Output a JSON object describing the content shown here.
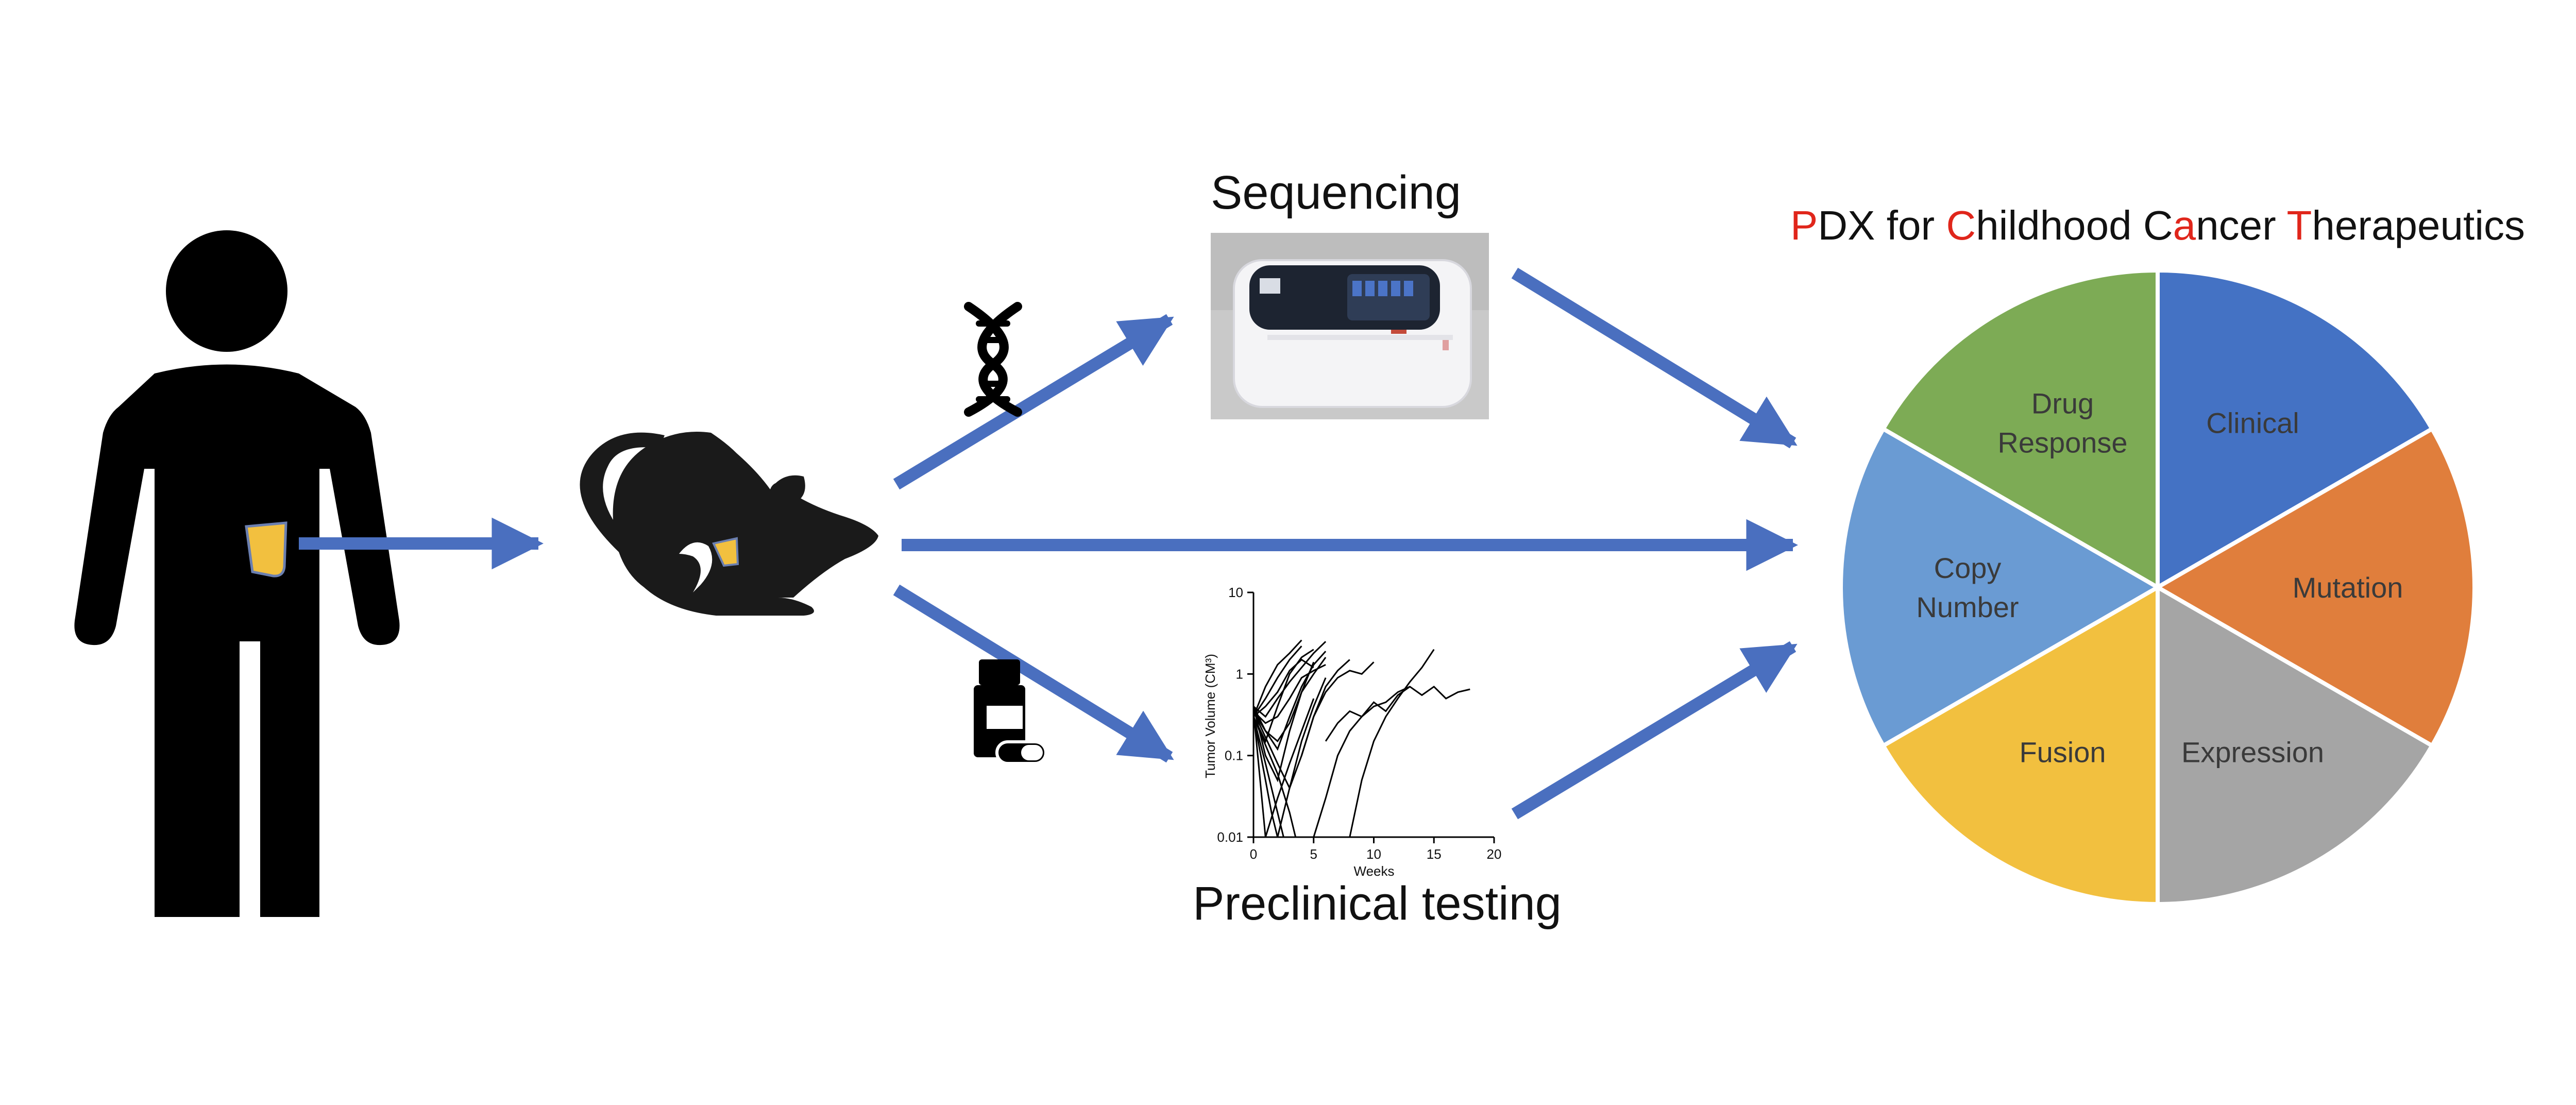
{
  "labels": {
    "sequencing": "Sequencing",
    "preclinical": "Preclinical testing"
  },
  "title": {
    "segments": [
      {
        "text": "P",
        "highlight": true
      },
      {
        "text": "DX for ",
        "highlight": false
      },
      {
        "text": "C",
        "highlight": true
      },
      {
        "text": "hildhood C",
        "highlight": false
      },
      {
        "text": "a",
        "highlight": true
      },
      {
        "text": "ncer ",
        "highlight": false
      },
      {
        "text": "T",
        "highlight": true
      },
      {
        "text": "herapeutics",
        "highlight": false
      }
    ]
  },
  "icons": {
    "patient": "person-silhouette-icon",
    "mouse": "mouse-icon",
    "dna": "dna-icon",
    "drug": "pill-bottle-icon",
    "sequencer": "sequencer-instrument-icon"
  },
  "pie": {
    "slices": [
      {
        "label": "Clinical",
        "color": "#4472c4"
      },
      {
        "label": "Mutation",
        "color": "#e07e3c"
      },
      {
        "label": "Expression",
        "color": "#a5a5a5"
      },
      {
        "label": "Fusion",
        "color": "#f2c03f"
      },
      {
        "label": "Copy Number",
        "color": "#6a9bd3"
      },
      {
        "label": "Drug Response",
        "color": "#7dab55"
      }
    ]
  },
  "colors": {
    "arrow": "#4a6fbf",
    "title_highlight": "#e0261b",
    "tumor": "#f2c03f",
    "silhouette": "#000000"
  },
  "chart_data": {
    "type": "line",
    "xlabel": "Weeks",
    "ylabel": "Tumor Volume (CM³)",
    "x_ticks": [
      "0",
      "5",
      "10",
      "15",
      "20"
    ],
    "y_ticks": [
      "0.01",
      "0.1",
      "1",
      "10"
    ],
    "xlim": [
      0,
      20
    ],
    "ylim": [
      0.01,
      10
    ],
    "yscale": "log",
    "series": [
      {
        "x": [
          0,
          1,
          2,
          3,
          4,
          5,
          6
        ],
        "y": [
          0.4,
          0.3,
          0.5,
          0.8,
          1.2,
          1.8,
          2.5
        ]
      },
      {
        "x": [
          0,
          1,
          2,
          3,
          4,
          5
        ],
        "y": [
          0.3,
          0.15,
          0.4,
          1.0,
          1.6,
          2.0
        ]
      },
      {
        "x": [
          0,
          1,
          2,
          3,
          4,
          5,
          6
        ],
        "y": [
          0.35,
          0.2,
          0.12,
          0.3,
          0.7,
          1.3,
          1.9
        ]
      },
      {
        "x": [
          0,
          1,
          2,
          3,
          4
        ],
        "y": [
          0.3,
          0.5,
          0.9,
          1.5,
          2.2
        ]
      },
      {
        "x": [
          0,
          1,
          2,
          3,
          4,
          5
        ],
        "y": [
          0.4,
          0.1,
          0.05,
          0.2,
          0.6,
          1.4
        ]
      },
      {
        "x": [
          0,
          1,
          1.5,
          2
        ],
        "y": [
          0.3,
          0.05,
          0.02,
          0.01
        ]
      },
      {
        "x": [
          0,
          0.5,
          1
        ],
        "y": [
          0.35,
          0.06,
          0.01
        ]
      },
      {
        "x": [
          0,
          1,
          2,
          2.5
        ],
        "y": [
          0.3,
          0.08,
          0.02,
          0.01
        ]
      },
      {
        "x": [
          0,
          2,
          3,
          3.5
        ],
        "y": [
          0.3,
          0.06,
          0.02,
          0.01
        ]
      },
      {
        "x": [
          0,
          1,
          2,
          3,
          4,
          5,
          6
        ],
        "y": [
          0.35,
          0.25,
          0.3,
          0.5,
          0.9,
          1.1,
          1.3
        ]
      },
      {
        "x": [
          0,
          1,
          2,
          3,
          4
        ],
        "y": [
          0.3,
          0.7,
          1.3,
          1.8,
          2.6
        ]
      },
      {
        "x": [
          0,
          1,
          2,
          3,
          4,
          5,
          6
        ],
        "y": [
          0.4,
          0.2,
          0.15,
          0.25,
          0.6,
          1.0,
          1.6
        ]
      },
      {
        "x": [
          0,
          2,
          3,
          4,
          5,
          6,
          7,
          8
        ],
        "y": [
          0.35,
          0.08,
          0.04,
          0.1,
          0.3,
          0.7,
          1.1,
          1.5
        ]
      },
      {
        "x": [
          8,
          9,
          10,
          11,
          12,
          13,
          14,
          15
        ],
        "y": [
          0.01,
          0.05,
          0.15,
          0.3,
          0.5,
          0.8,
          1.2,
          2.0
        ]
      },
      {
        "x": [
          5,
          6,
          7,
          8,
          9,
          10,
          11,
          12,
          13
        ],
        "y": [
          0.01,
          0.03,
          0.1,
          0.2,
          0.3,
          0.4,
          0.45,
          0.6,
          0.7
        ]
      },
      {
        "x": [
          6,
          7,
          8,
          9,
          10,
          11,
          12,
          13,
          14,
          15,
          16,
          17,
          18
        ],
        "y": [
          0.15,
          0.25,
          0.35,
          0.3,
          0.45,
          0.35,
          0.55,
          0.7,
          0.55,
          0.7,
          0.5,
          0.6,
          0.65
        ]
      },
      {
        "x": [
          4,
          5,
          6,
          7,
          8,
          9,
          10
        ],
        "y": [
          0.1,
          0.3,
          0.6,
          0.9,
          1.1,
          1.0,
          1.4
        ]
      },
      {
        "x": [
          1,
          2,
          3,
          4,
          5
        ],
        "y": [
          0.01,
          0.03,
          0.08,
          0.2,
          0.5
        ]
      },
      {
        "x": [
          2,
          3,
          4,
          5,
          6
        ],
        "y": [
          0.01,
          0.04,
          0.15,
          0.4,
          0.9
        ]
      },
      {
        "x": [
          0,
          1,
          2,
          3,
          4,
          5
        ],
        "y": [
          0.3,
          0.4,
          0.6,
          1.1,
          1.5,
          1.2
        ]
      }
    ]
  }
}
